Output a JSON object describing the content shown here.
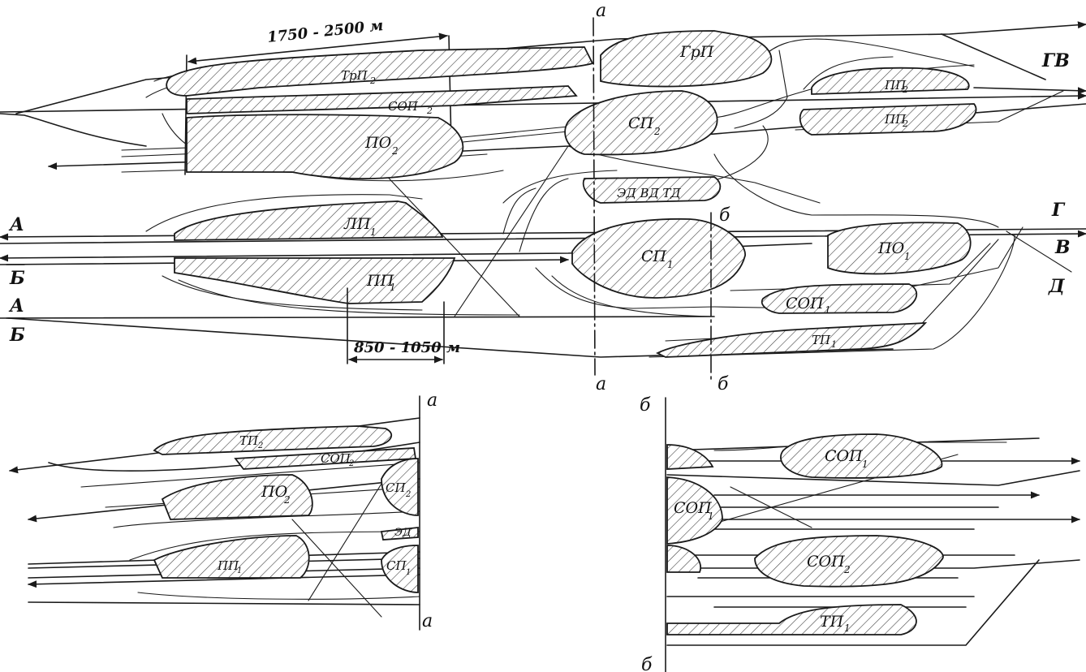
{
  "colors": {
    "ink": "#1a1a1a",
    "paper": "#ffffff"
  },
  "dimensions": {
    "top": "1750 - 2500 м",
    "bottom": "850 - 1050 м"
  },
  "directions": {
    "gv": "ГВ",
    "g": "Г",
    "v": "В",
    "d": "Д",
    "a1": "А",
    "b1": "Б",
    "a2": "А",
    "b2": "Б"
  },
  "section_marks": {
    "a_top": "а",
    "a_bottom": "а",
    "b_top": "б",
    "b_bottom": "б",
    "a_detail_top": "а",
    "a_detail_bottom": "а",
    "b_detail_top": "б",
    "b_detail_bottom": "б"
  },
  "yards_main": {
    "grp": "ГрП",
    "trp2": "ТрП",
    "trp2_sub": "2",
    "sop2": "СОП",
    "sop2_sub": "2",
    "po2": "ПО",
    "po2_sub": "2",
    "sp2": "СП",
    "sp2_sub": "2",
    "pp2a": "ПП",
    "pp2a_sub": "2",
    "pp2b": "ПП",
    "pp2b_sub": "2",
    "edvdtd": "ЭД ВД ТД",
    "lp1": "ЛП",
    "lp1_sub": "1",
    "pp1": "ПП",
    "pp1_sub": "1",
    "sp1": "СП",
    "sp1_sub": "1",
    "po1": "ПО",
    "po1_sub": "1",
    "sop1": "СОП",
    "sop1_sub": "1",
    "tp1": "ТП",
    "tp1_sub": "1"
  },
  "yards_detail_a": {
    "tp2": "ТП",
    "tp2_sub": "2",
    "sop2": "СОП",
    "sop2_sub": "2",
    "po2": "ПО",
    "po2_sub": "2",
    "sp2": "СП",
    "sp2_sub": "2",
    "ed": "ЭД",
    "pp1": "ПП",
    "pp1_sub": "1",
    "sp1": "СП",
    "sp1_sub": "1"
  },
  "yards_detail_b": {
    "sop1_top": "СОП",
    "sop1_top_sub": "1",
    "sop1_left": "СОП",
    "sop1_left_sub": "1",
    "sop2": "СОП",
    "sop2_sub": "2",
    "tp1": "ТП",
    "tp1_sub": "1"
  }
}
